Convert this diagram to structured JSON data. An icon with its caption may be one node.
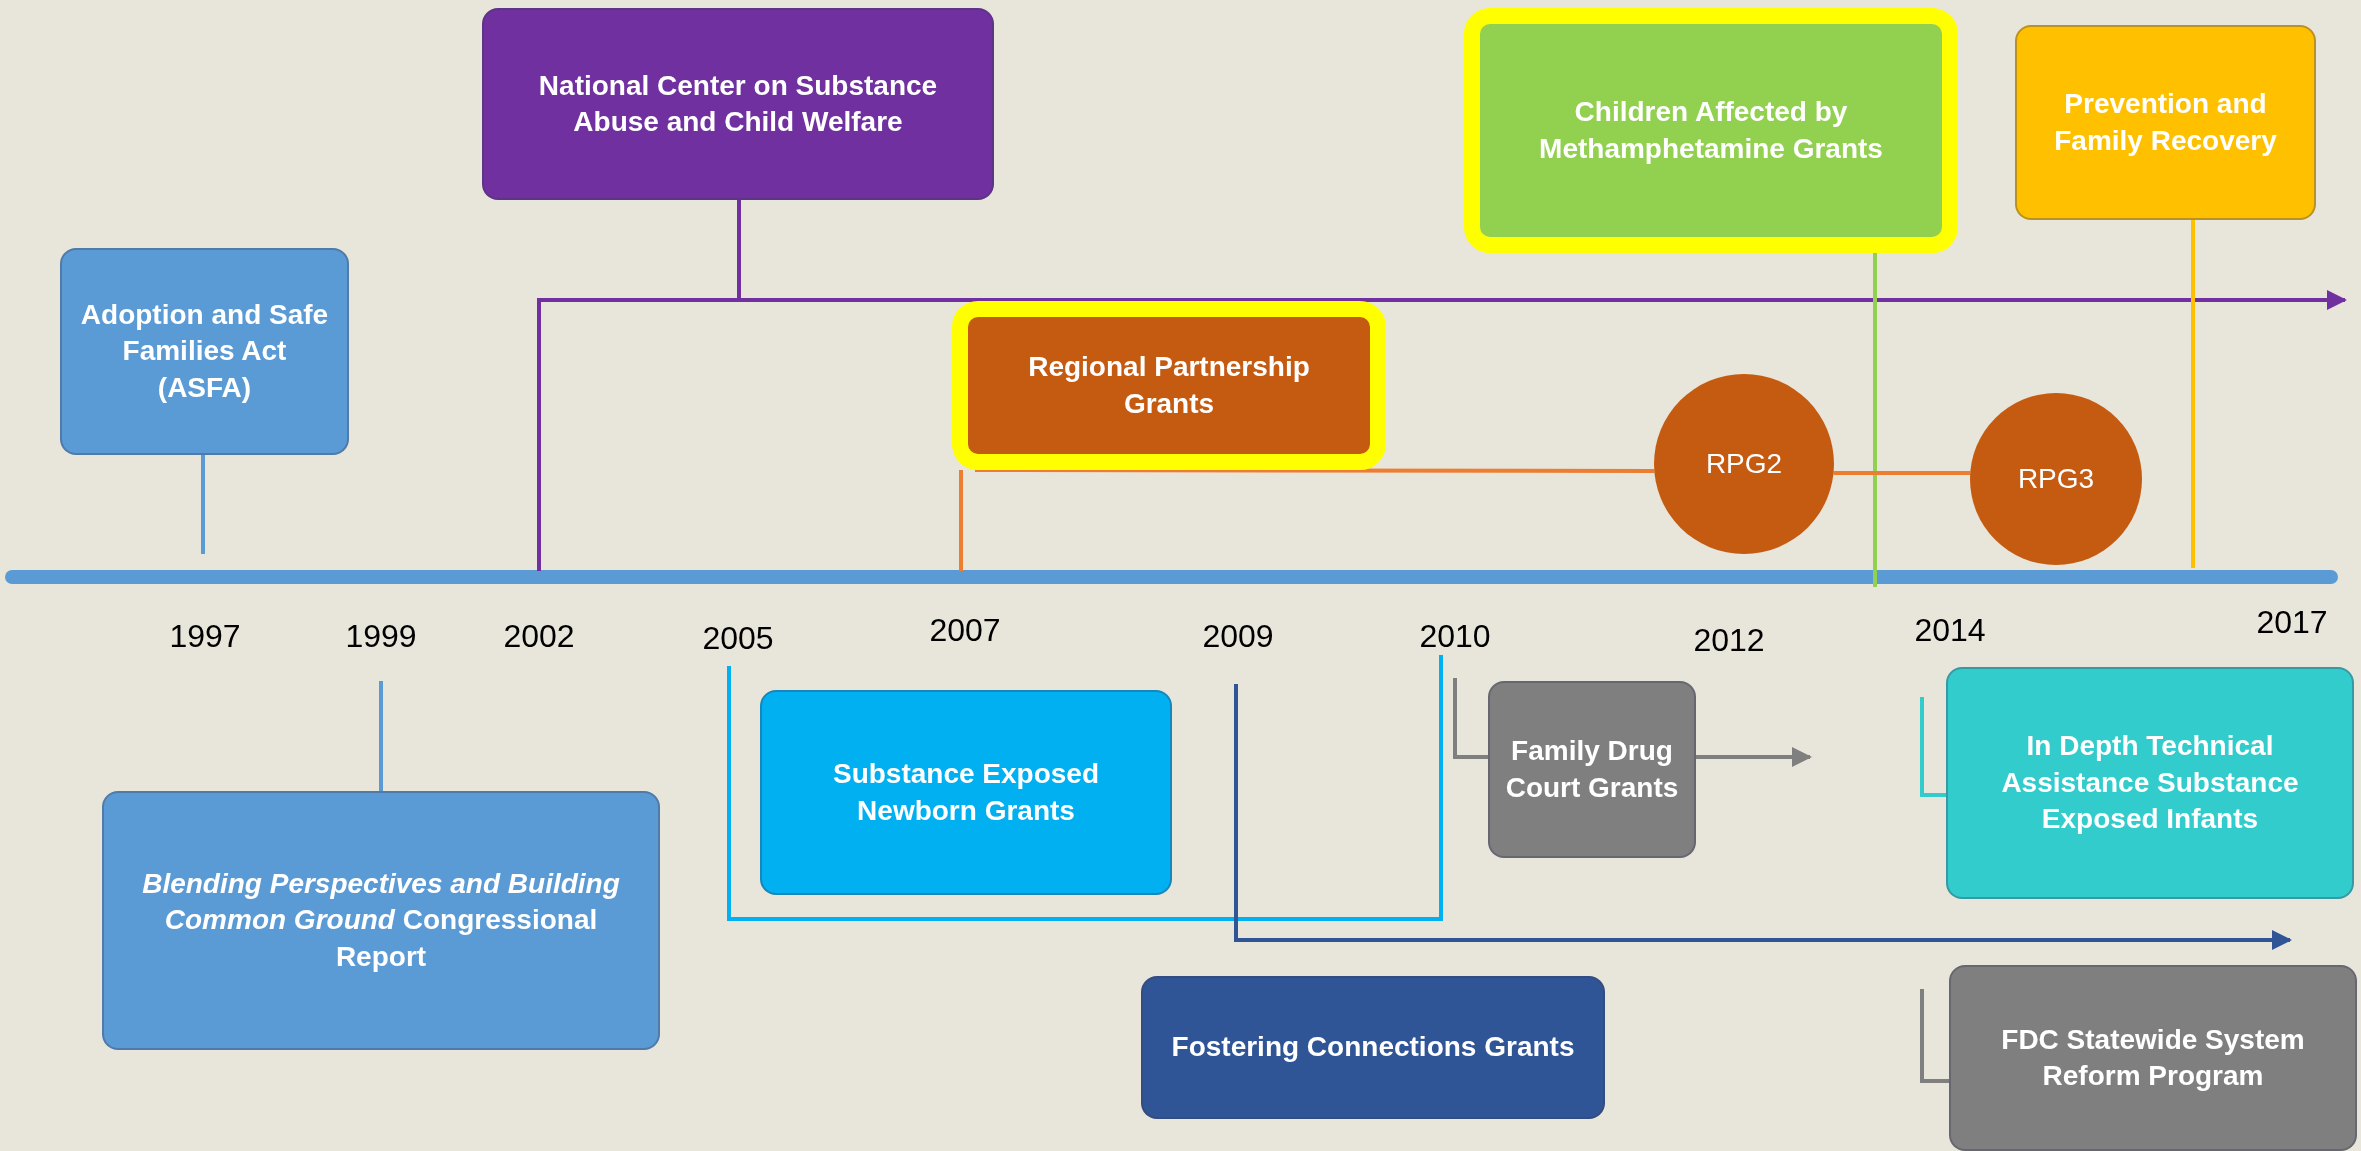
{
  "diagram": {
    "nodes": [
      {
        "text": [
          "Adoption and Safe Families Act (ASFA)"
        ]
      },
      {
        "text": [
          "National Center on Substance Abuse and Child Welfare"
        ]
      },
      {
        "text": [
          "Children Affected by Methamphetamine Grants"
        ]
      },
      {
        "text": [
          "Prevention and Family Recovery"
        ]
      },
      {
        "text": [
          "Regional Partnership Grants"
        ]
      },
      {
        "text": [
          "RPG2"
        ]
      },
      {
        "text": [
          "RPG3"
        ]
      },
      {
        "text": [
          "*Blending Perspectives and Building Common Ground* Congressional Report"
        ]
      },
      {
        "text": [
          "Substance Exposed Newborn Grants"
        ]
      },
      {
        "text": [
          "Family Drug Court Grants"
        ]
      },
      {
        "text": [
          "In Depth Technical Assistance Substance Exposed Infants"
        ]
      },
      {
        "text": [
          "Fostering Connections Grants"
        ]
      },
      {
        "text": [
          "FDC Statewide System Reform Program"
        ]
      }
    ],
    "edges": [
      {
        "from": 0,
        "to": null,
        "arrow": "none",
        "color": "#5b9bd5"
      },
      {
        "from": 7,
        "to": null,
        "arrow": "none",
        "color": "#5b9bd5"
      },
      {
        "from": 1,
        "to": null,
        "arrow": "to",
        "color": "#7030a0"
      },
      {
        "from": 2,
        "to": null,
        "arrow": "none",
        "color": "#92d050"
      },
      {
        "from": 3,
        "to": null,
        "arrow": "none",
        "color": "#ffc000"
      },
      {
        "from": 4,
        "to": null,
        "arrow": "none",
        "color": "#ed7d31"
      },
      {
        "from": 4,
        "to": 5,
        "arrow": "none",
        "color": "#ed7d31"
      },
      {
        "from": 5,
        "to": 6,
        "arrow": "none",
        "color": "#ed7d31"
      },
      {
        "from": null,
        "to": 9,
        "arrow": "none",
        "color": "#7f7f7f"
      },
      {
        "from": 9,
        "to": null,
        "arrow": "to",
        "color": "#7f7f7f"
      },
      {
        "from": null,
        "to": 10,
        "arrow": "none",
        "color": "#33cccc"
      },
      {
        "from": null,
        "to": 12,
        "arrow": "none",
        "color": "#7f7f7f"
      }
    ],
    "labels": [
      "1997",
      "1999",
      "2002",
      "2005",
      "2007",
      "2009",
      "2010",
      "2012",
      "2014",
      "2017"
    ]
  }
}
